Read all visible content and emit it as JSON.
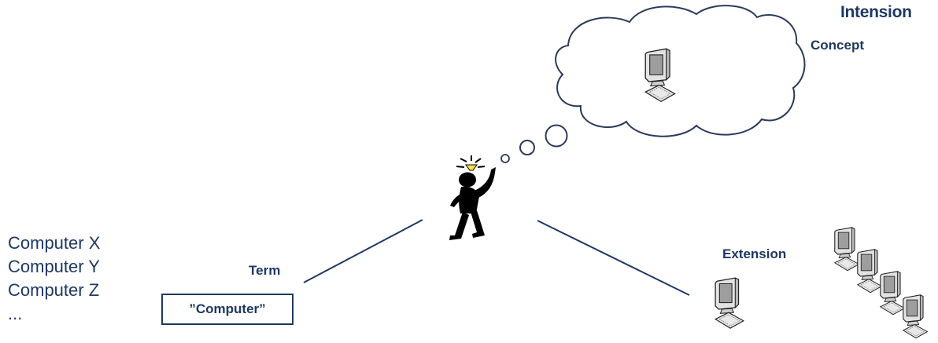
{
  "labels": {
    "intension": "Intension",
    "concept": "Concept",
    "term": "Term",
    "term_word": "”Computer”",
    "extension": "Extension"
  },
  "instances": [
    "Computer X",
    "Computer Y",
    "Computer Z",
    "..."
  ],
  "colors": {
    "label_text": "#1f3864",
    "connector": "#1f3864",
    "outline": "#2b3a5c",
    "figure": "#000000",
    "bulb": "#ffe14d"
  },
  "icons": {
    "thinker": "person-thinking-icon",
    "computer": "computer-icon"
  }
}
